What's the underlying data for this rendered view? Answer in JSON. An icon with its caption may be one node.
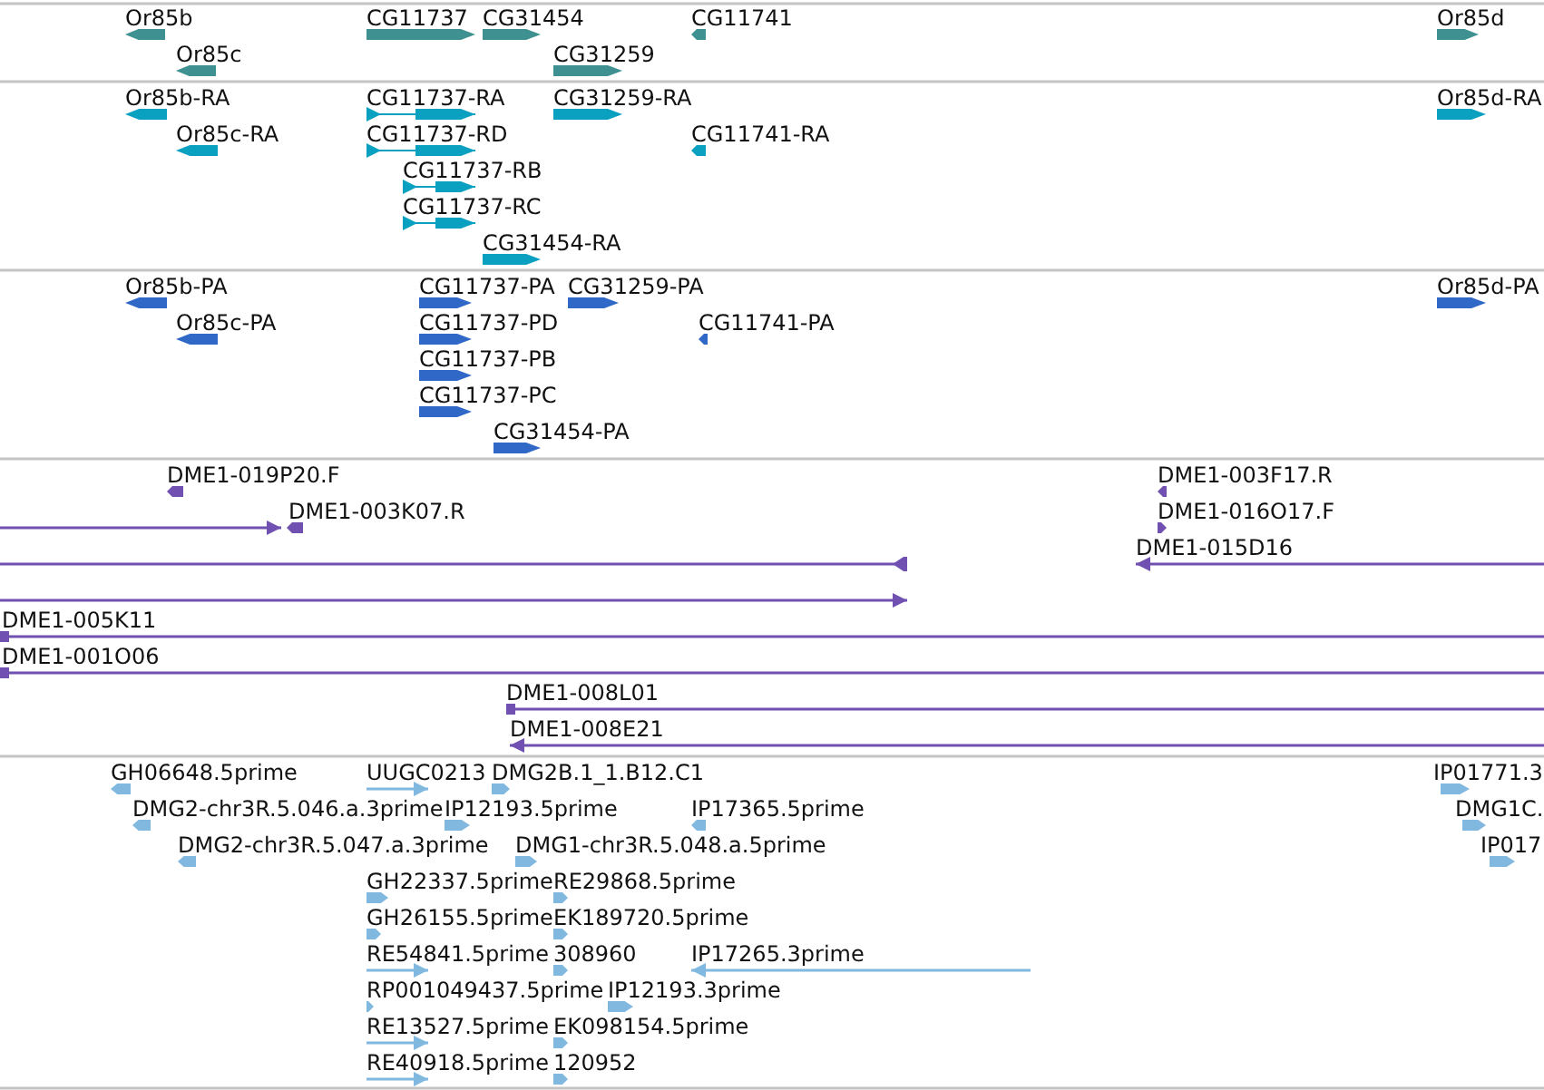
{
  "diagram": {
    "labels": [
      "Or85b",
      "CG11737",
      "CG31454",
      "CG11741",
      "Or85d",
      "Or85c",
      "CG31259",
      "Or85b-RA",
      "CG11737-RA",
      "CG31259-RA",
      "Or85d-RA",
      "Or85c-RA",
      "CG11737-RD",
      "CG11741-RA",
      "CG11737-RB",
      "CG11737-RC",
      "CG31454-RA",
      "Or85b-PA",
      "CG11737-PA",
      "CG31259-PA",
      "Or85d-PA",
      "Or85c-PA",
      "CG11737-PD",
      "CG11741-PA",
      "CG11737-PB",
      "CG11737-PC",
      "CG31454-PA",
      "DME1-019P20.F",
      "DME1-003F17.R",
      "DME1-003K07.R",
      "DME1-016O17.F",
      "DME1-015D16",
      "DME1-005K11",
      "DME1-001O06",
      "DME1-008L01",
      "DME1-008E21",
      "GH06648.5prime",
      "UUGC0213",
      "DMG2B.1_1.B12.C1",
      "IP01771.3",
      "DMG2-chr3R.5.046.a.3prime",
      "IP12193.5prime",
      "IP17365.5prime",
      "DMG1C.",
      "DMG2-chr3R.5.047.a.3prime",
      "DMG1-chr3R.5.048.a.5prime",
      "IP017",
      "GH22337.5prime",
      "RE29868.5prime",
      "GH26155.5prime",
      "EK189720.5prime",
      "RE54841.5prime",
      "308960",
      "IP17265.3prime",
      "RP001049437.5prime",
      "IP12193.3prime",
      "RE13527.5prime",
      "EK098154.5prime",
      "RE40918.5prime",
      "120952"
    ]
  }
}
